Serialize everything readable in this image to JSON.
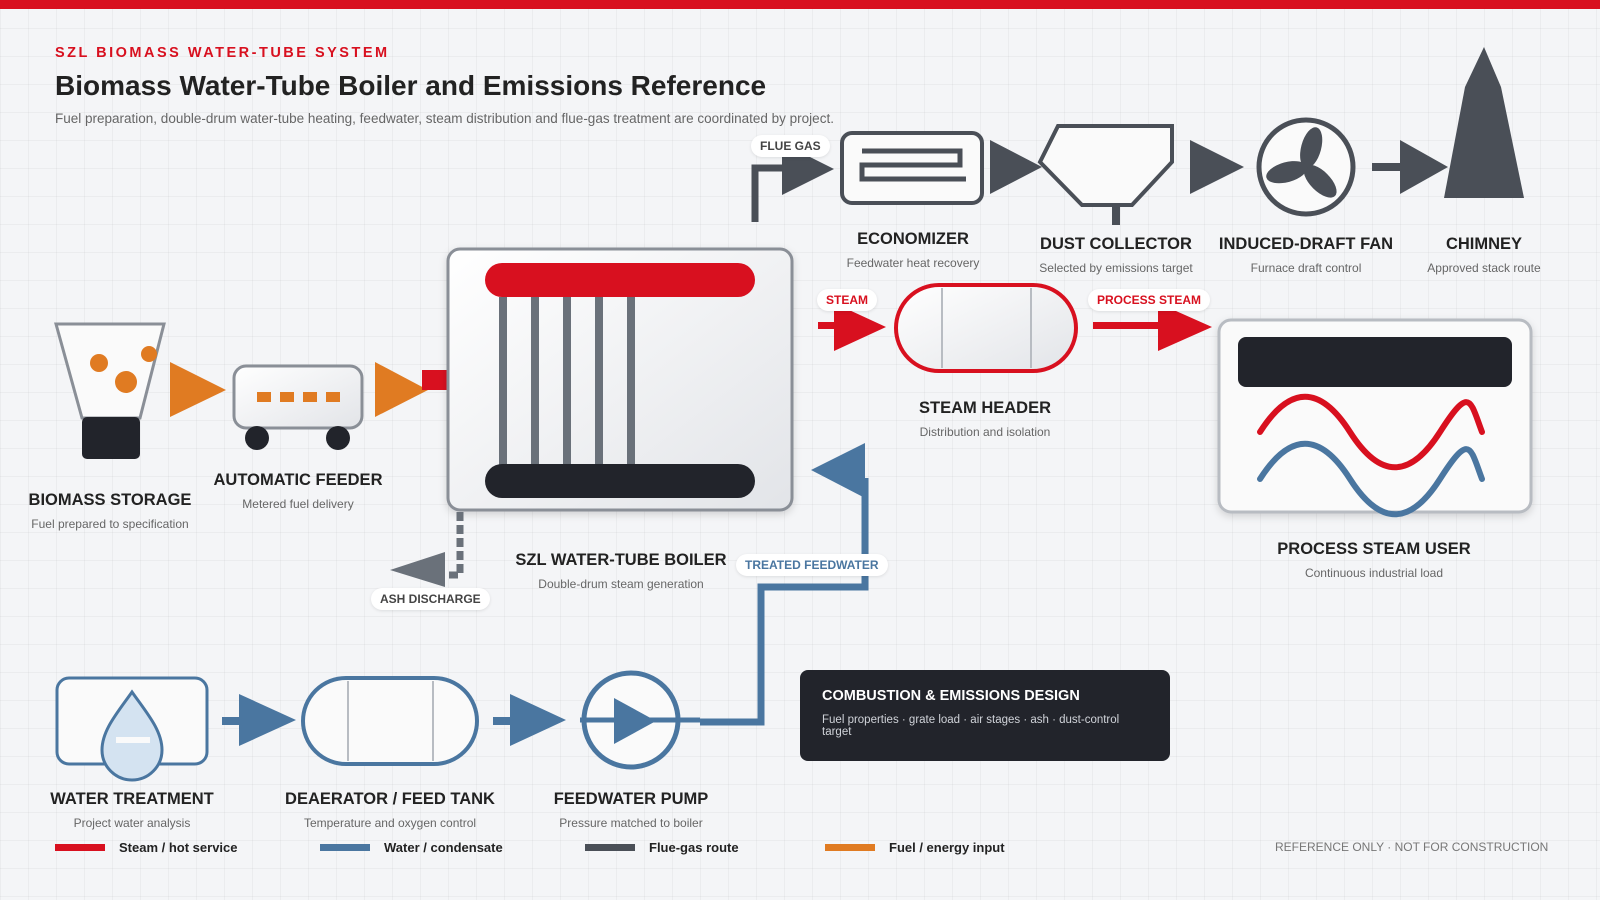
{
  "header": {
    "eyebrow": "SZL BIOMASS WATER-TUBE SYSTEM",
    "title": "Biomass Water-Tube Boiler and Emissions Reference",
    "subtitle": "Fuel preparation, double-drum water-tube heating, feedwater, steam distribution and flue-gas treatment are coordinated by project."
  },
  "colors": {
    "steam": "#d8101f",
    "water": "#4a76a0",
    "flue_gas": "#4a4f57",
    "fuel": "#e07b22",
    "dark": "#22242b"
  },
  "components": {
    "biomass_storage": {
      "name": "BIOMASS STORAGE",
      "desc": "Fuel prepared to specification"
    },
    "automatic_feeder": {
      "name": "AUTOMATIC FEEDER",
      "desc": "Metered fuel delivery"
    },
    "boiler": {
      "name": "SZL WATER-TUBE BOILER",
      "desc": "Double-drum steam generation"
    },
    "economizer": {
      "name": "ECONOMIZER",
      "desc": "Feedwater heat recovery"
    },
    "dust_collector": {
      "name": "DUST COLLECTOR",
      "desc": "Selected by emissions target"
    },
    "id_fan": {
      "name": "INDUCED-DRAFT FAN",
      "desc": "Furnace draft control"
    },
    "chimney": {
      "name": "CHIMNEY",
      "desc": "Approved stack route"
    },
    "steam_header": {
      "name": "STEAM HEADER",
      "desc": "Distribution and isolation"
    },
    "process_user": {
      "name": "PROCESS STEAM USER",
      "desc": "Continuous industrial load"
    },
    "water_treatment": {
      "name": "WATER TREATMENT",
      "desc": "Project water analysis"
    },
    "deaerator": {
      "name": "DEAERATOR / FEED TANK",
      "desc": "Temperature and oxygen control"
    },
    "feed_pump": {
      "name": "FEEDWATER PUMP",
      "desc": "Pressure matched to boiler"
    }
  },
  "flow_tags": {
    "flue_gas": "FLUE GAS",
    "steam": "STEAM",
    "process_steam": "PROCESS STEAM",
    "treated_feedwater": "TREATED FEEDWATER",
    "ash_discharge": "ASH DISCHARGE"
  },
  "design_box": {
    "title": "COMBUSTION & EMISSIONS DESIGN",
    "body": "Fuel properties · grate load · air stages · ash · dust-control target"
  },
  "legend": [
    {
      "label": "Steam / hot service",
      "color": "#d8101f"
    },
    {
      "label": "Water / condensate",
      "color": "#4a76a0"
    },
    {
      "label": "Flue-gas route",
      "color": "#4a4f57"
    },
    {
      "label": "Fuel / energy input",
      "color": "#e07b22"
    }
  ],
  "disclaimer": "REFERENCE ONLY · NOT FOR CONSTRUCTION"
}
